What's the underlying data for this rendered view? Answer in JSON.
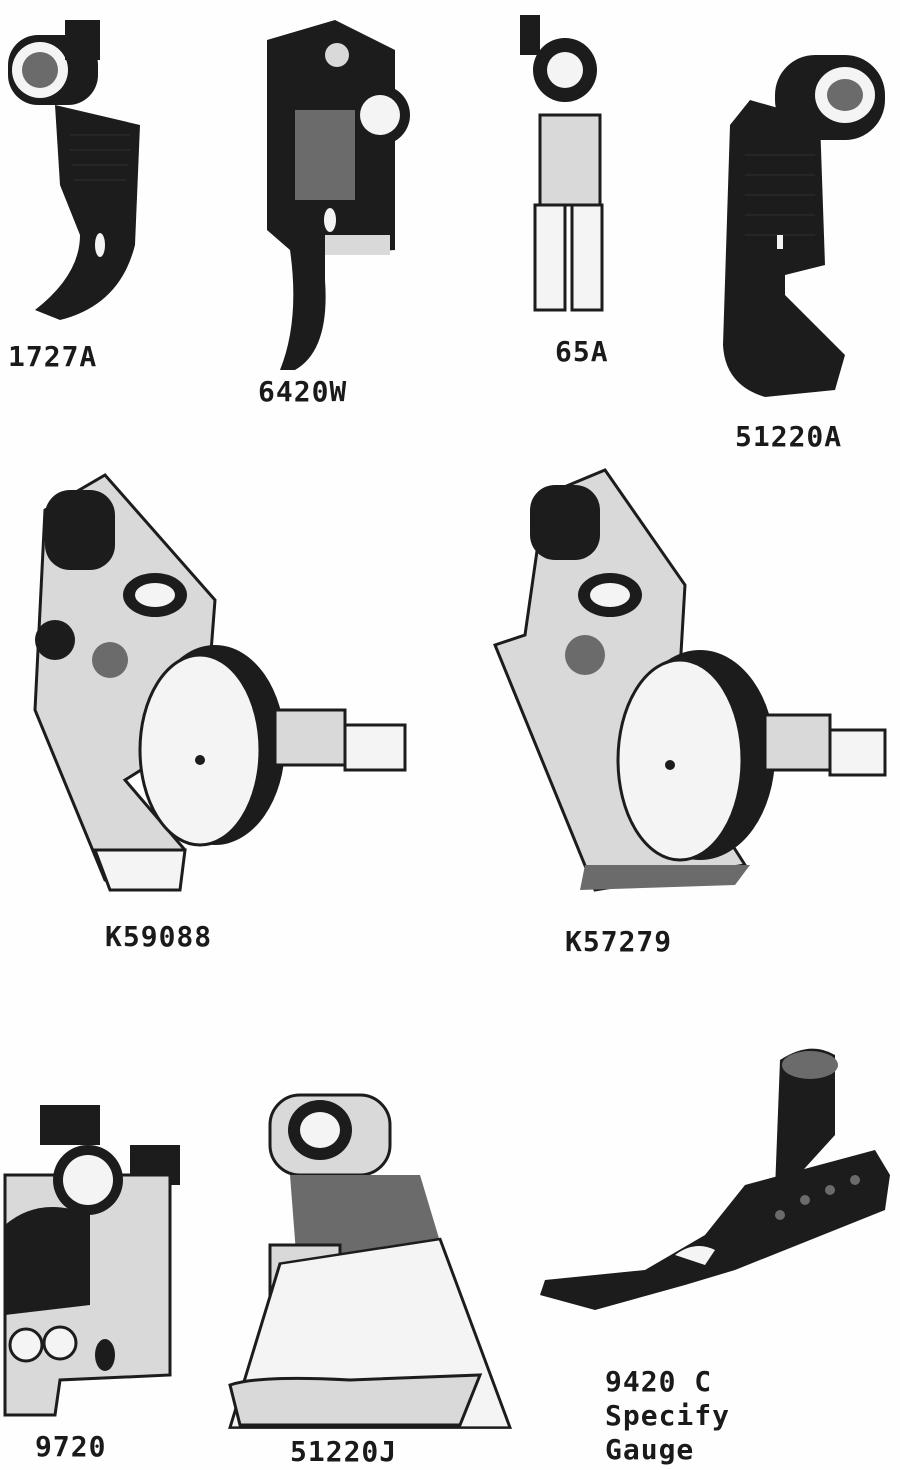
{
  "parts": [
    {
      "id": "1727A",
      "label": "1727A"
    },
    {
      "id": "6420W",
      "label": "6420W"
    },
    {
      "id": "65A",
      "label": "65A"
    },
    {
      "id": "51220A",
      "label": "51220A"
    },
    {
      "id": "K59088",
      "label": "K59088"
    },
    {
      "id": "K57279",
      "label": "K57279"
    },
    {
      "id": "9720",
      "label": "9720"
    },
    {
      "id": "51220J",
      "label": "51220J"
    },
    {
      "id": "9420C",
      "label_lines": [
        "9420 C",
        "Specify",
        "Gauge"
      ]
    }
  ]
}
